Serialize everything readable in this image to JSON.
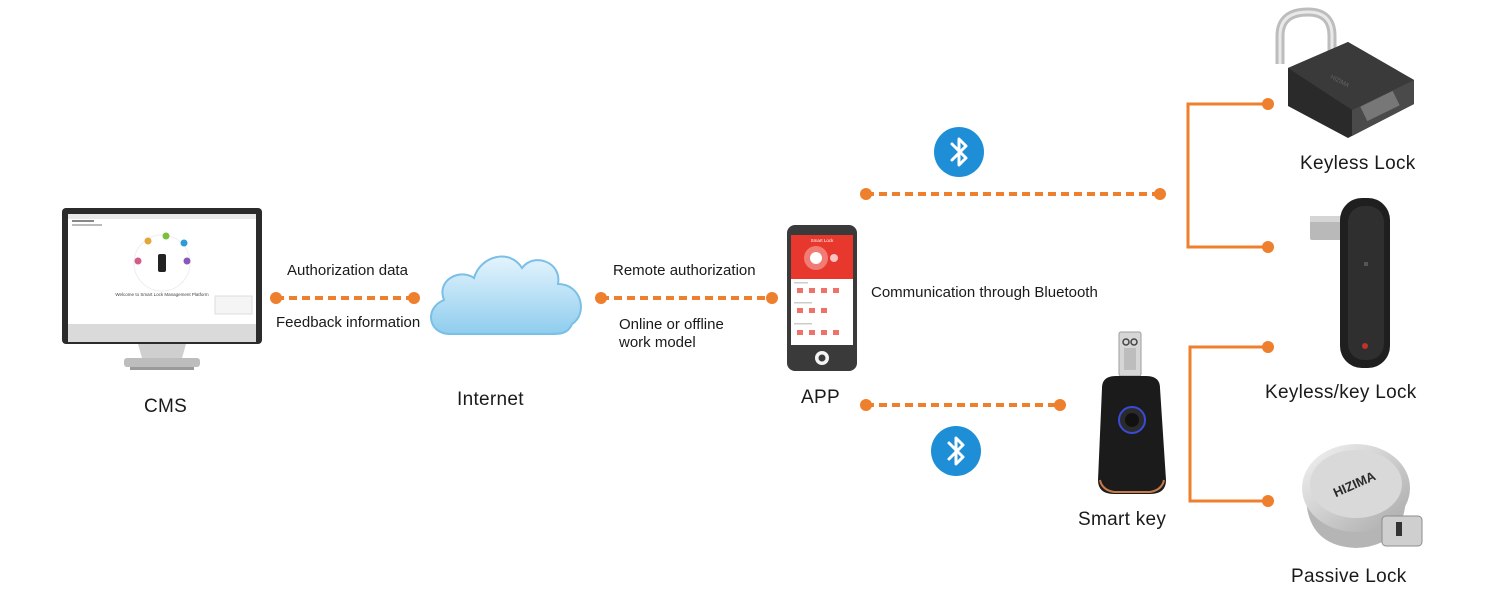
{
  "nodes": {
    "cms": "CMS",
    "internet": "Internet",
    "app": "APP",
    "smart_key": "Smart key",
    "keyless_lock": "Keyless Lock",
    "keyless_key_lock": "Keyless/key Lock",
    "passive_lock": "Passive Lock"
  },
  "links": {
    "authorization_data": "Authorization data",
    "feedback_information": "Feedback information",
    "remote_authorization": "Remote authorization",
    "online_offline": "Online or offline\nwork model",
    "bluetooth_comm": "Communication  through Bluetooth"
  },
  "devices": {
    "cms_screen_text": "Welcome to Smart Lock Management Platform",
    "phone_app_title": "Smart Lock",
    "padlock_brand": "HIZIMA",
    "passive_brand": "HIZIMA"
  },
  "icons": {
    "bluetooth_top": "bluetooth-icon",
    "bluetooth_bottom": "bluetooth-icon"
  },
  "colors": {
    "connector": "#ee7f2c",
    "bluetooth": "#1e8fd6",
    "app_red": "#e8372c"
  }
}
